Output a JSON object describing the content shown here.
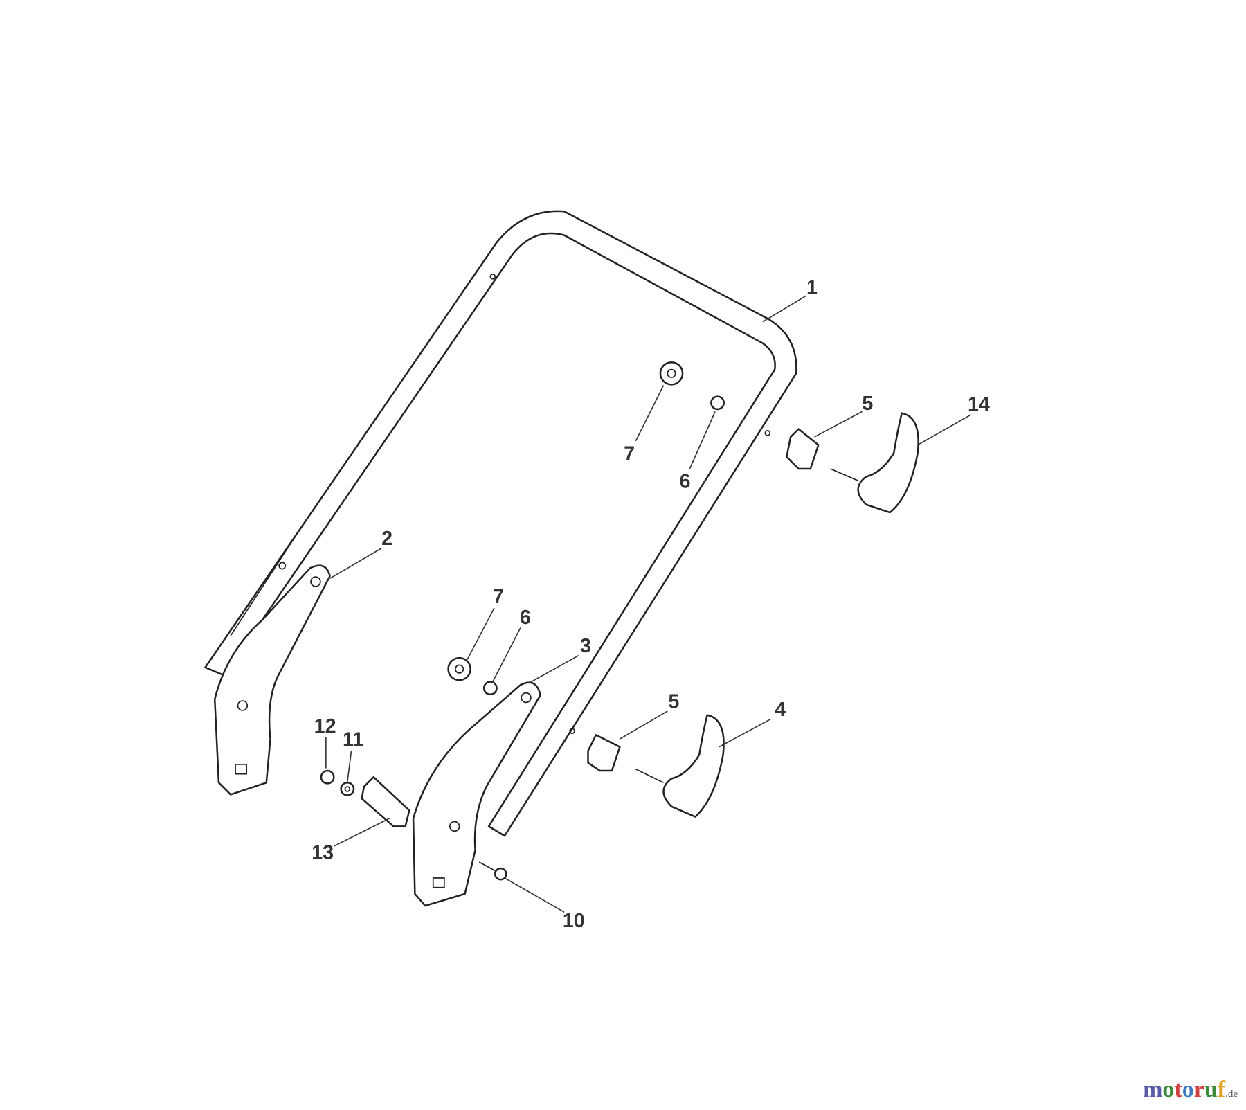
{
  "diagram": {
    "parts": [
      {
        "id": "handle-upper",
        "label": "1"
      },
      {
        "id": "bracket-left",
        "label": "2"
      },
      {
        "id": "bracket-right",
        "label": "3"
      },
      {
        "id": "lever-lower",
        "label": "4"
      },
      {
        "id": "clamp-block-upper",
        "label": "5"
      },
      {
        "id": "clamp-block-lower",
        "label": "5"
      },
      {
        "id": "nut-upper",
        "label": "6"
      },
      {
        "id": "nut-lower",
        "label": "6"
      },
      {
        "id": "knob-upper",
        "label": "7"
      },
      {
        "id": "knob-lower",
        "label": "7"
      },
      {
        "id": "screw",
        "label": "10"
      },
      {
        "id": "washer",
        "label": "11"
      },
      {
        "id": "small-nut",
        "label": "12"
      },
      {
        "id": "cam-lever",
        "label": "13"
      },
      {
        "id": "lever-upper",
        "label": "14"
      }
    ]
  },
  "watermark": {
    "brand": "motoruf",
    "suffix": ".de",
    "colors": [
      "#5a5aa8",
      "#3a8a3a",
      "#d04040",
      "#e0a020",
      "#3a7ac0"
    ]
  }
}
